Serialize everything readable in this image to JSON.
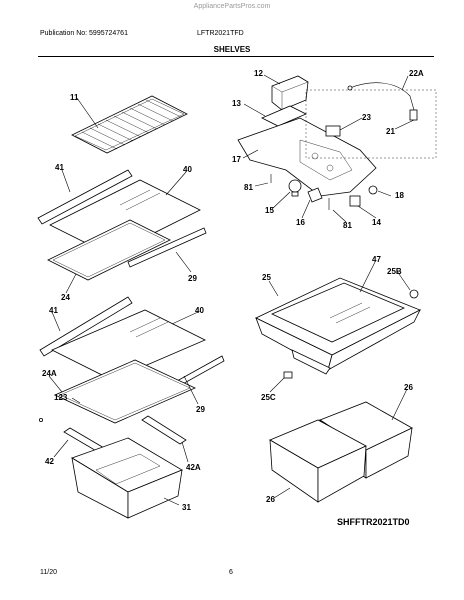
{
  "header": {
    "site": "AppliancePartsPros.com",
    "publication": "Publication No: 5995724761",
    "model": "LFTR2021TFD",
    "title": "SHELVES"
  },
  "diagram_code": "SHFFTR2021TD0",
  "footer": {
    "date": "11/20",
    "page": "6"
  },
  "callouts": {
    "c11": "11",
    "c41a": "41",
    "c40a": "40",
    "c29a": "29",
    "c24": "24",
    "c41b": "41",
    "c40b": "40",
    "c24a": "24A",
    "c123": "123",
    "c29b": "29",
    "c42": "42",
    "c42a": "42A",
    "c31": "31",
    "c12": "12",
    "c13": "13",
    "c22a": "22A",
    "c23": "23",
    "c21": "21",
    "c17": "17",
    "c81a": "81",
    "c15": "15",
    "c16": "16",
    "c81b": "81",
    "c18": "18",
    "c14": "14",
    "c25": "25",
    "c47": "47",
    "c25b": "25B",
    "c25c": "25C",
    "c26a": "26",
    "c26b": "26"
  }
}
